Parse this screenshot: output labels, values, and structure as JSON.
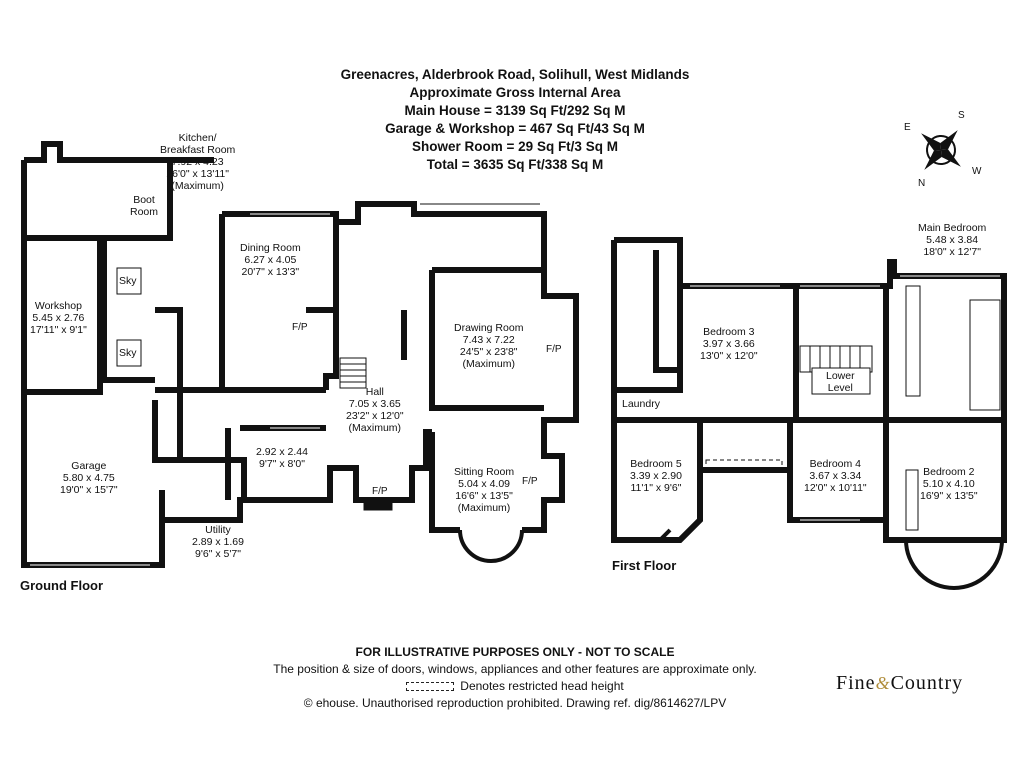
{
  "header": {
    "line1": "Greenacres, Alderbrook Road, Solihull, West Midlands",
    "line2": "Approximate Gross Internal Area",
    "line3": "Main House = 3139 Sq Ft/292 Sq M",
    "line4": "Garage & Workshop = 467 Sq Ft/43 Sq M",
    "line5": "Shower Room = 29 Sq Ft/3 Sq M",
    "line6": "Total = 3635 Sq Ft/338 Sq M"
  },
  "compass": {
    "e": "E",
    "s": "S",
    "n": "N",
    "w": "W"
  },
  "ground_floor": {
    "title": "Ground Floor",
    "rooms": {
      "kitchen": [
        "Kitchen/",
        "Breakfast Room",
        "7.92 x 4.23",
        "26'0\" x 13'11\"",
        "(Maximum)"
      ],
      "boot": [
        "Boot",
        "Room"
      ],
      "workshop": [
        "Workshop",
        "5.45 x 2.76",
        "17'11\" x 9'1\""
      ],
      "garage": [
        "Garage",
        "5.80 x 4.75",
        "19'0\" x 15'7\""
      ],
      "utility": [
        "Utility",
        "2.89 x 1.69",
        "9'6\" x 5'7\""
      ],
      "dining": [
        "Dining Room",
        "6.27 x 4.05",
        "20'7\" x 13'3\""
      ],
      "small_room": [
        "2.92 x 2.44",
        "9'7\" x 8'0\""
      ],
      "hall": [
        "Hall",
        "7.05 x 3.65",
        "23'2\" x 12'0\"",
        "(Maximum)"
      ],
      "drawing": [
        "Drawing Room",
        "7.43 x 7.22",
        "24'5\" x 23'8\"",
        "(Maximum)"
      ],
      "sitting": [
        "Sitting Room",
        "5.04 x 4.09",
        "16'6\" x 13'5\"",
        "(Maximum)"
      ]
    },
    "sky1": "Sky",
    "sky2": "Sky",
    "fp_dining": "F/P",
    "fp_drawing": "F/P",
    "fp_hall": "F/P",
    "fp_sitting": "F/P"
  },
  "first_floor": {
    "title": "First Floor",
    "rooms": {
      "main_bedroom": [
        "Main Bedroom",
        "5.48 x 3.84",
        "18'0\" x 12'7\""
      ],
      "bedroom3": [
        "Bedroom 3",
        "3.97 x 3.66",
        "13'0\" x 12'0\""
      ],
      "bedroom5": [
        "Bedroom 5",
        "3.39 x 2.90",
        "11'1\" x 9'6\""
      ],
      "bedroom4": [
        "Bedroom 4",
        "3.67 x 3.34",
        "12'0\" x 10'11\""
      ],
      "bedroom2": [
        "Bedroom 2",
        "5.10 x 4.10",
        "16'9\" x 13'5\""
      ]
    },
    "laundry": "Laundry",
    "lower_level": [
      "Lower",
      "Level"
    ]
  },
  "footer": {
    "line1": "FOR ILLUSTRATIVE PURPOSES ONLY - NOT TO SCALE",
    "line2": "The position & size of doors, windows, appliances and other features are approximate only.",
    "line3": "Denotes restricted head height",
    "line4": "© ehouse. Unauthorised reproduction prohibited. Drawing ref. dig/8614627/LPV"
  },
  "brand": {
    "left": "Fine",
    "amp": "&",
    "right": "Country"
  }
}
